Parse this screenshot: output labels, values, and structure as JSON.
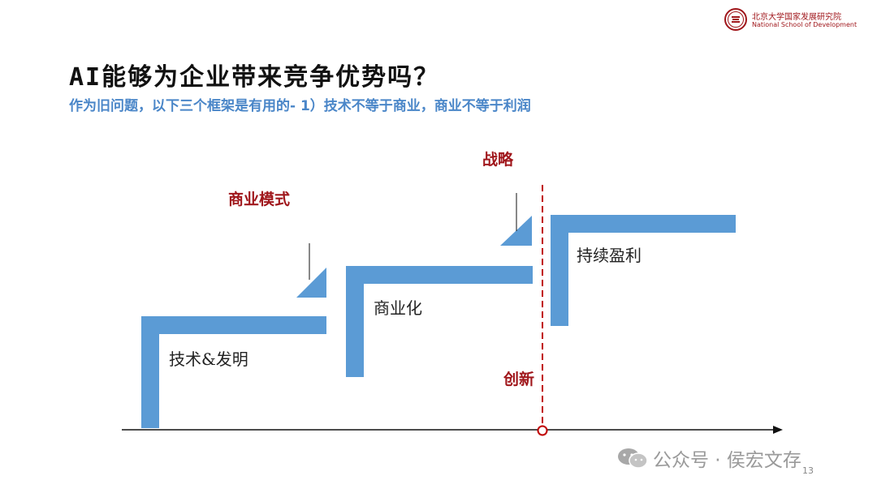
{
  "header": {
    "logo_cn": "北京大学国家发展研究院",
    "logo_en": "National School of Development",
    "seal_icon": "pku-seal-icon"
  },
  "slide": {
    "title": "AI能够为企业带来竞争优势吗？",
    "subtitle": "作为旧问题，以下三个框架是有用的- 1）技术不等于商业，商业不等于利润"
  },
  "diagram": {
    "stages": [
      "技术&发明",
      "商业化",
      "持续盈利"
    ],
    "transitions": [
      "商业模式",
      "战略"
    ],
    "innovation_label": "创新"
  },
  "colors": {
    "step_blue": "#5b9bd5",
    "accent_red": "#a0171c",
    "subtitle_blue": "#4a86c8"
  },
  "footer": {
    "watermark": "公众号 · 侯宏文存",
    "watermark_icon": "wechat-icon",
    "page_number": "13"
  }
}
